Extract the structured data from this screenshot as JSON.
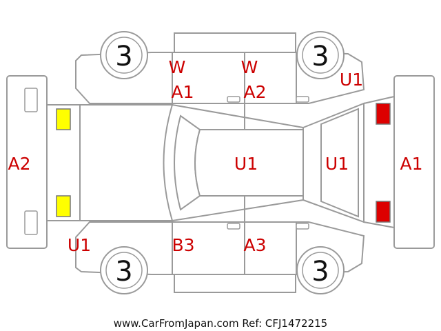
{
  "colors": {
    "outline": "#9a9a9a",
    "damage_code": "#cc0000",
    "lamp_front": "#ffff00",
    "lamp_rear": "#dd0000"
  },
  "tires": {
    "front_left": "3",
    "rear_left": "3",
    "front_right": "3",
    "rear_right": "3"
  },
  "codes": {
    "front_bumper": "A2",
    "top_front_door_line1": "W",
    "top_front_door_line2": "A1",
    "top_rear_door_line1": "W",
    "top_rear_door_line2": "A2",
    "top_rear_fender": "U1",
    "roof": "U1",
    "rear_glass": "U1",
    "rear_bumper": "A1",
    "bottom_front_fender": "U1",
    "bottom_front_door": "B3",
    "bottom_rear_door": "A3"
  },
  "lamps": {
    "front": "yellow-lamp",
    "rear": "red-lamp"
  },
  "footer": "www.CarFromJapan.com Ref: CFJ1472215"
}
